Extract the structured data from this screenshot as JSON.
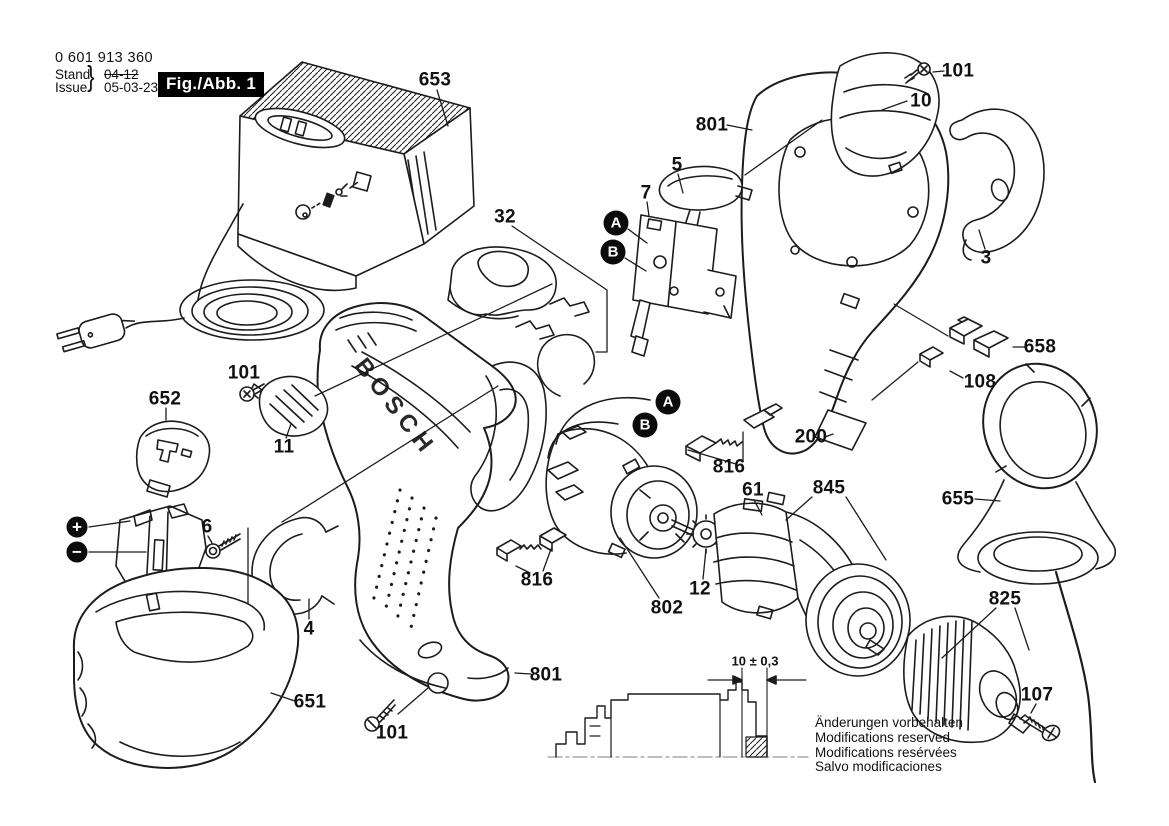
{
  "header": {
    "order_number": "0 601 913 360",
    "revision": {
      "label_top": "Stand",
      "label_bottom": "Issue",
      "brace": "}",
      "value_top": "04-12",
      "value_bottom": "05-03-23"
    },
    "figure_label": "Fig./Abb. 1"
  },
  "diagram": {
    "brand": "BOSCH",
    "dimension_note": "10 ± 0,3",
    "part_labels": [
      "653",
      "101",
      "10",
      "801",
      "5",
      "7",
      "3",
      "32",
      "658",
      "108",
      "101",
      "652",
      "11",
      "200",
      "816",
      "61",
      "845",
      "655",
      "816",
      "12",
      "802",
      "6",
      "4",
      "651",
      "801",
      "101",
      "825",
      "107"
    ],
    "badges": [
      "A",
      "B",
      "A",
      "B",
      "+",
      "−"
    ]
  },
  "footer": {
    "notice_lines": [
      "Änderungen vorbehalten",
      "Modifications reserved",
      "Modifications resérvées",
      "Salvo modificaciones"
    ]
  },
  "colors": {
    "ink": "#1c1c1c",
    "paper": "#ffffff",
    "figure_box_bg": "#000000",
    "figure_box_text": "#ffffff"
  }
}
